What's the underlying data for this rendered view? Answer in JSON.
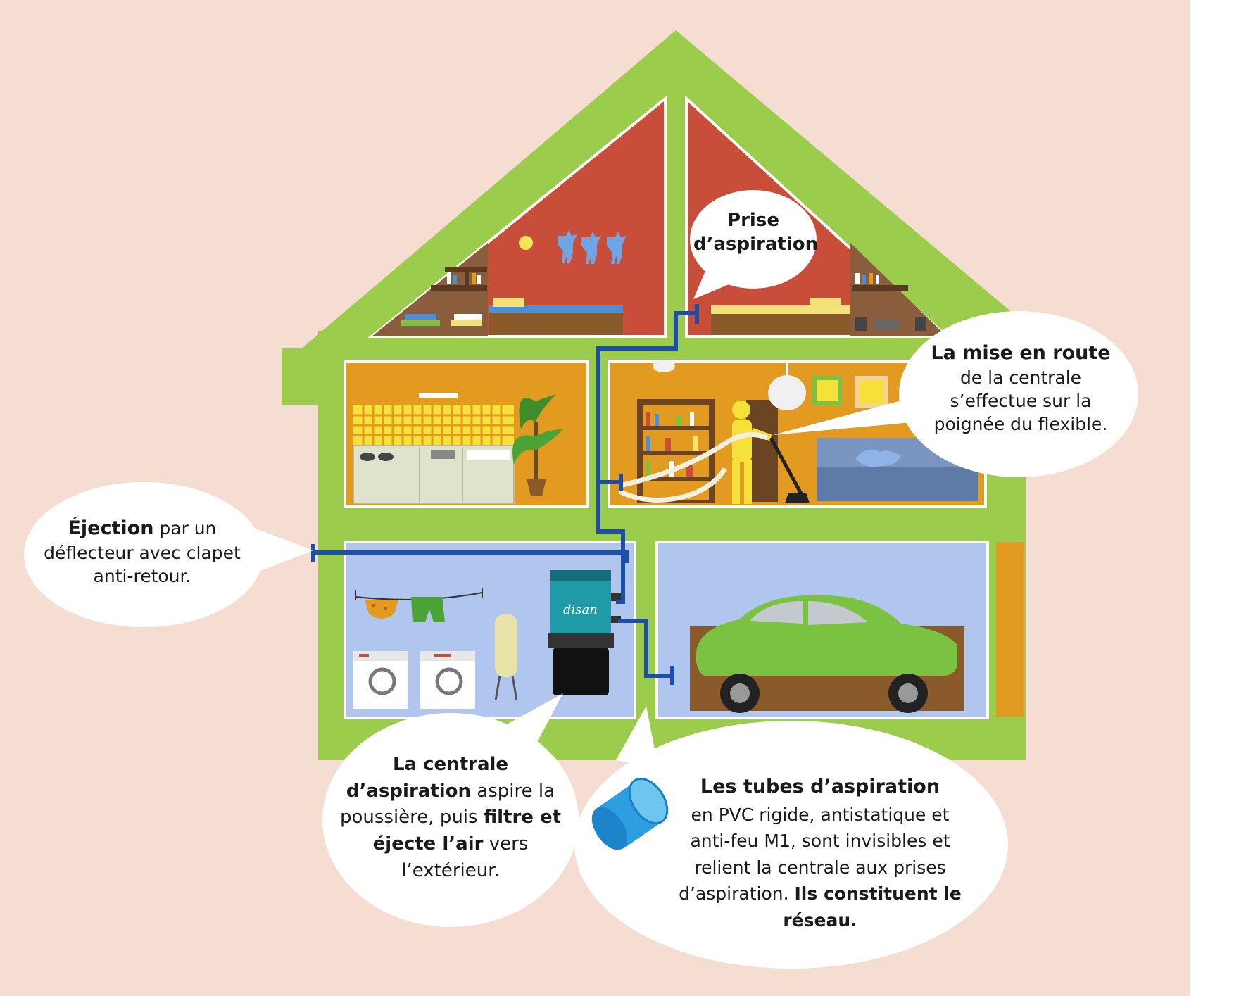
{
  "colors": {
    "background": "#f5ddd2",
    "house_frame": "#9ccc4c",
    "attic_wall": "#c94e3a",
    "room_orange": "#e39a20",
    "room_blue": "#b1c6ef",
    "pipe": "#1e4ea8",
    "bubble": "#ffffff",
    "car": "#7cc242"
  },
  "icons": {
    "pipe_tube": "pvc-tube-icon",
    "car": "car-icon",
    "central_unit": "central-vacuum-unit-icon"
  },
  "callouts": {
    "prise": {
      "line1": "Prise",
      "line2": "d’aspiration"
    },
    "mise": {
      "bold": "La mise en route",
      "line2": "de la centrale",
      "line3": "s’effectue sur la",
      "line4": "poignée du flexible."
    },
    "ejection": {
      "bold": "Éjection",
      "rest1": " par un",
      "line2": "déflecteur avec clapet",
      "line3": "anti-retour."
    },
    "centrale": {
      "b1": "La centrale",
      "b2": "d’aspiration",
      "t2": " aspire la",
      "t3": "poussière, puis ",
      "b3": "filtre et",
      "b4": "éjecte l’air",
      "t4": " vers",
      "t5": "l’extérieur."
    },
    "tubes": {
      "bold": "Les tubes d’aspiration",
      "line2": "en PVC rigide, antistatique et",
      "line3": "anti-feu M1, sont invisibles et",
      "line4": "relient la centrale aux prises",
      "t5": "d’aspiration. ",
      "b5": "Ils constituent le",
      "b6": "réseau."
    }
  },
  "central_unit": {
    "brand": "disan"
  }
}
